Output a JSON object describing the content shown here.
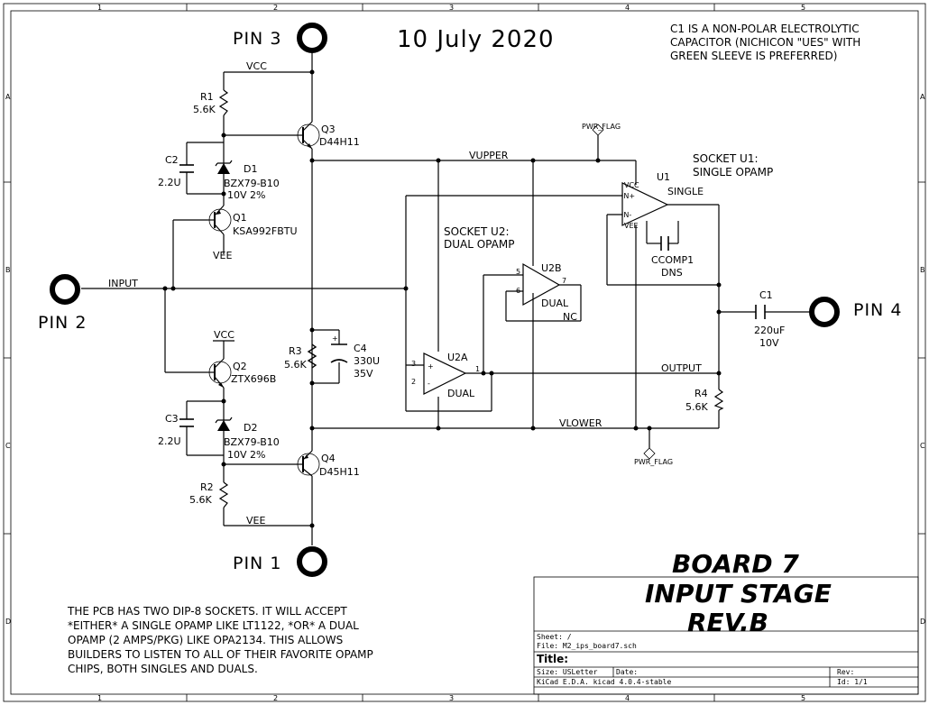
{
  "border": {
    "columns": [
      "1",
      "2",
      "3",
      "4",
      "5"
    ],
    "rows": [
      "A",
      "B",
      "C",
      "D"
    ]
  },
  "date": "10 July 2020",
  "note_c1": [
    "C1 IS A NON-POLAR ELECTROLYTIC",
    "CAPACITOR (NICHICON \"UES\" WITH",
    "GREEN SLEEVE IS PREFERRED)"
  ],
  "note_pcb": [
    "THE PCB HAS TWO DIP-8 SOCKETS.  IT WILL ACCEPT",
    "*EITHER* A SINGLE OPAMP LIKE LT1122, *OR* A DUAL",
    "OPAMP (2 AMPS/PKG) LIKE OPA2134.  THIS ALLOWS",
    "BUILDERS TO LISTEN TO ALL OF THEIR FAVORITE OPAMP",
    "CHIPS, BOTH SINGLES AND DUALS."
  ],
  "pins": {
    "pin1": "PIN 1",
    "pin2": "PIN 2",
    "pin3": "PIN 3",
    "pin4": "PIN 4"
  },
  "nets": {
    "vcc": "VCC",
    "vee": "VEE",
    "input": "INPUT",
    "output": "OUTPUT",
    "vupper": "VUPPER",
    "vlower": "VLOWER",
    "pwr_flag": "PWR_FLAG"
  },
  "components": {
    "r1": {
      "ref": "R1",
      "value": "5.6K"
    },
    "r2": {
      "ref": "R2",
      "value": "5.6K"
    },
    "r3": {
      "ref": "R3",
      "value": "5.6K"
    },
    "r4": {
      "ref": "R4",
      "value": "5.6K"
    },
    "c1": {
      "ref": "C1",
      "value": "220uF",
      "voltage": "10V"
    },
    "c2": {
      "ref": "C2",
      "value": "2.2U"
    },
    "c3": {
      "ref": "C3",
      "value": "2.2U"
    },
    "c4": {
      "ref": "C4",
      "value": "330U",
      "voltage": "35V"
    },
    "d1": {
      "ref": "D1",
      "value": "BZX79-B10",
      "spec": "10V  2%"
    },
    "d2": {
      "ref": "D2",
      "value": "BZX79-B10",
      "spec": "10V  2%"
    },
    "q1": {
      "ref": "Q1",
      "value": "KSA992FBTU"
    },
    "q2": {
      "ref": "Q2",
      "value": "ZTX696B"
    },
    "q3": {
      "ref": "Q3",
      "value": "D44H11"
    },
    "q4": {
      "ref": "Q4",
      "value": "D45H11"
    },
    "u1": {
      "ref": "U1",
      "value": "SINGLE"
    },
    "u2a": {
      "ref": "U2A",
      "value": "DUAL"
    },
    "u2b": {
      "ref": "U2B",
      "value": "DUAL",
      "nc": "NC"
    },
    "ccomp1": {
      "ref": "CCOMP1",
      "value": "DNS"
    }
  },
  "socket_u1": [
    "SOCKET U1:",
    "SINGLE OPAMP"
  ],
  "socket_u2": [
    "SOCKET U2:",
    "DUAL OPAMP"
  ],
  "board_title": [
    "BOARD 7",
    "INPUT STAGE",
    "REV.B"
  ],
  "title_block": {
    "sheet": "Sheet: /",
    "file": "File: M2_ips_board7.sch",
    "title": "Title:",
    "size": "Size: USLetter",
    "date": "Date:",
    "rev": "Rev:",
    "kicad": "KiCad E.D.A.  kicad 4.0.4-stable",
    "id": "Id: 1/1"
  }
}
